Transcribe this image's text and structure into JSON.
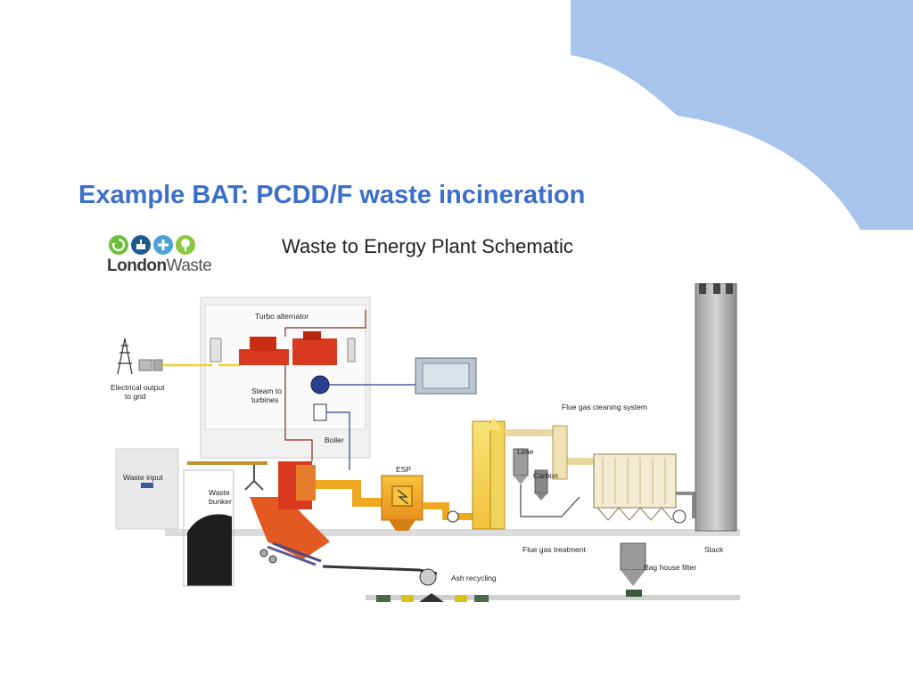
{
  "slide": {
    "title": "Example BAT: PCDD/F waste incineration",
    "accent_color": "#a8c4ec",
    "title_color": "#3b6fc9"
  },
  "logo": {
    "name_part1": "London",
    "name_part2": "Waste",
    "icons": [
      "recycle-icon",
      "plug-icon",
      "plus-icon",
      "tree-icon"
    ],
    "color": "#6bbf3a"
  },
  "schematic": {
    "title": "Waste to Energy Plant Schematic",
    "labels": {
      "turbo_alternator": "Turbo alternator",
      "electrical_output_line1": "Electrical output",
      "electrical_output_line2": "to grid",
      "steam_line1": "Steam to",
      "steam_line2": "turbines",
      "boiler": "Boiler",
      "waste_input": "Waste input",
      "waste_bunker_line1": "Waste",
      "waste_bunker_line2": "bunker",
      "esp": "ESP",
      "lime": "Lime",
      "carbon": "Carbon",
      "flue_gas_cleaning": "Flue gas cleaning system",
      "flue_gas_treatment": "Flue gas treatment",
      "bag_house_filter": "Bag house filter",
      "stack": "Stack",
      "ash_recycling": "Ash recycling"
    }
  }
}
